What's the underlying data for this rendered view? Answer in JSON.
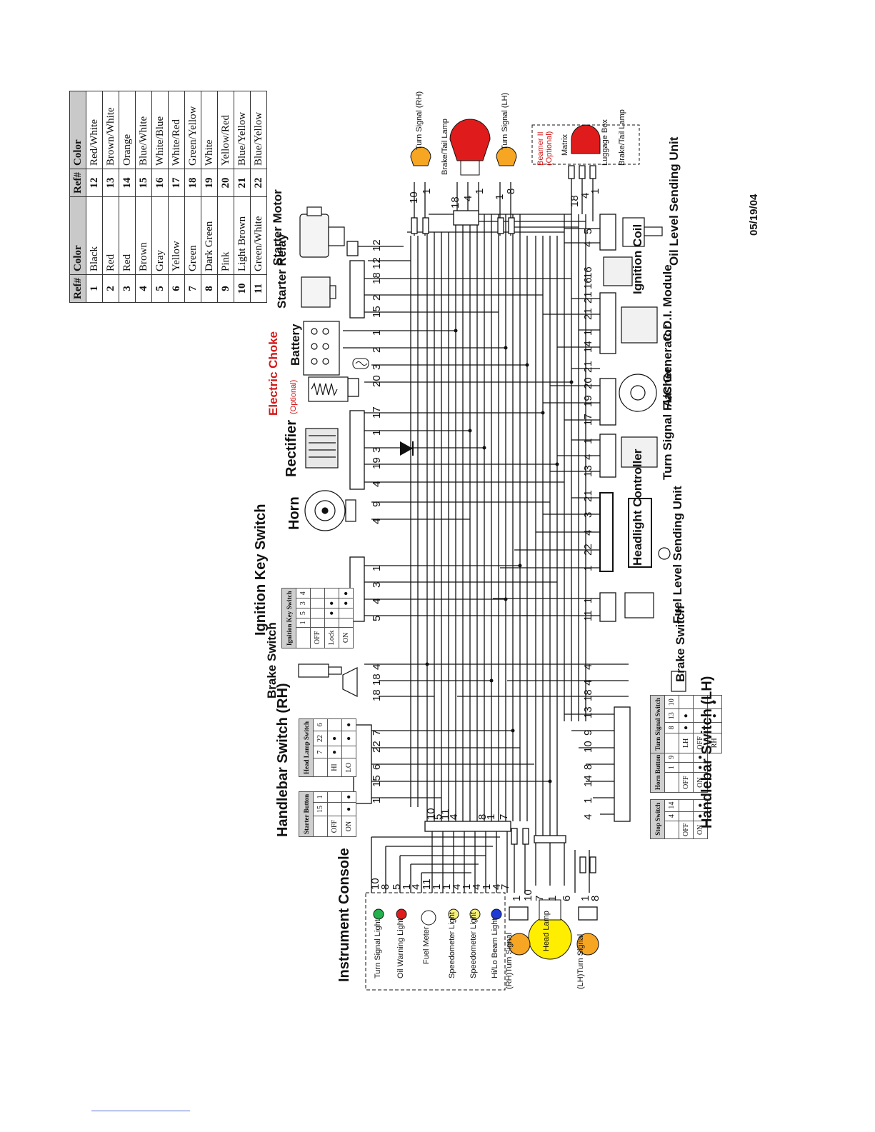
{
  "date": "05/19/04",
  "color_table": {
    "headers": [
      "Ref#",
      "Color",
      "Ref#",
      "Color"
    ],
    "left": [
      {
        "ref": "1",
        "color": "Black"
      },
      {
        "ref": "2",
        "color": "Red"
      },
      {
        "ref": "3",
        "color": "Red"
      },
      {
        "ref": "4",
        "color": "Brown"
      },
      {
        "ref": "5",
        "color": "Gray"
      },
      {
        "ref": "6",
        "color": "Yellow"
      },
      {
        "ref": "7",
        "color": "Green"
      },
      {
        "ref": "8",
        "color": "Dark Green"
      },
      {
        "ref": "9",
        "color": "Pink"
      },
      {
        "ref": "10",
        "color": "Light Brown"
      },
      {
        "ref": "11",
        "color": "Green/White"
      }
    ],
    "right": [
      {
        "ref": "12",
        "color": "Red/White"
      },
      {
        "ref": "13",
        "color": "Brown/White"
      },
      {
        "ref": "14",
        "color": "Orange"
      },
      {
        "ref": "15",
        "color": "Blue/White"
      },
      {
        "ref": "16",
        "color": "White/Blue"
      },
      {
        "ref": "17",
        "color": "White/Red"
      },
      {
        "ref": "18",
        "color": "Green/Yellow"
      },
      {
        "ref": "19",
        "color": "White"
      },
      {
        "ref": "20",
        "color": "Yellow/Red"
      },
      {
        "ref": "21",
        "color": "Blue/Yellow"
      },
      {
        "ref": "22",
        "color": "Blue/Yellow"
      }
    ]
  },
  "labels": {
    "turn_signal_rh": "Turn Signal (RH)",
    "brake_tail_lamp": "Brake/Tail Lamp",
    "turn_signal_lh": "Turn Signal (LH)",
    "beamer_matrix": "Beamer II",
    "optional": "(Optional)",
    "matrix": "Matrix",
    "luggage_box": "Luggage Box",
    "luggage_lamp": "Brake/Tail Lamp",
    "starter_motor": "Starter Motor",
    "starter_relay": "Starter Relay",
    "battery": "Battery",
    "electric_choke": "Electric Choke",
    "choke_optional": "(Optional)",
    "rectifier": "Rectifier",
    "horn": "Horn",
    "ignition_key_switch": "Ignition Key Switch",
    "brake_switch": "Brake Switch",
    "handlebar_rh": "Handlebar Switch (RH)",
    "instrument_console": "Instrument Console",
    "oil_level_unit": "Oil Level Sending Unit",
    "ignition_coil": "Ignition Coil",
    "cdi_module": "C.D.I. Module",
    "ac_generator": "A/C Generator",
    "turn_flasher": "Turn Signal Flasher",
    "headlight_controller": "Headlight Controller",
    "fuel_level_unit": "Fuel Level Sending Unit",
    "brake_switch_lh": "Brake Switch",
    "handlebar_lh": "Handlebar Switch (LH)",
    "rh_turn_signal": "(RH)Turn Signal",
    "head_lamp": "Head Lamp",
    "lh_turn_signal": "(LH)Turn Signal",
    "turn_signal_light": "Turn Signal Light",
    "oil_warning_light": "Oil Warning Light",
    "fuel_meter": "Fuel Meter",
    "speedometer_light_1": "Speedometer Light",
    "speedometer_light_2": "Speedometer Light",
    "hi_lo_beam_light": "Hi/Lo Beam Light"
  },
  "ignition_table": {
    "title": "Ignition Key Switch",
    "cols": [
      "1",
      "5",
      "3",
      "4"
    ],
    "rows": [
      "OFF",
      "Lock",
      "ON"
    ]
  },
  "starter_table": {
    "title": "Starter Button",
    "cols": [
      "15",
      "1"
    ],
    "rows": [
      "OFF",
      "ON"
    ]
  },
  "headlamp_table": {
    "title": "Head Lamp Switch",
    "cols": [
      "7",
      "22",
      "6"
    ],
    "rows": [
      "HI",
      "LO"
    ]
  },
  "stop_table": {
    "title": "Stop Switch",
    "cols": [
      "4",
      "14"
    ],
    "rows": [
      "OFF",
      "ON"
    ]
  },
  "horn_table": {
    "title": "Horn Button",
    "cols": [
      "1",
      "9"
    ],
    "rows": [
      "OFF",
      "ON"
    ]
  },
  "turn_table": {
    "title": "Turn Signal Switch",
    "cols": [
      "8",
      "13",
      "10"
    ],
    "rows": [
      "LH",
      "OFF",
      "RH"
    ]
  },
  "wire_numbers": {
    "top": [
      "10",
      "1",
      "18",
      "4",
      "1",
      "1",
      "8",
      "18",
      "4",
      "1"
    ],
    "row_a": [
      "12",
      "12",
      "18",
      "2",
      "15",
      "1",
      "2",
      "3",
      "20",
      "17",
      "1",
      "3",
      "19",
      "4",
      "9",
      "4",
      "1",
      "3",
      "4",
      "5",
      "4",
      "18",
      "18",
      "7",
      "22",
      "6",
      "15",
      "1"
    ],
    "row_b": [
      "5",
      "4",
      "21",
      "16",
      "16",
      "1",
      "21",
      "14",
      "21",
      "20",
      "19",
      "17",
      "1",
      "4",
      "13",
      "21",
      "3",
      "4",
      "22",
      "1",
      "1",
      "11",
      "4",
      "4",
      "18",
      "13",
      "9",
      "10",
      "8",
      "14",
      "1",
      "4"
    ],
    "console": [
      "10",
      "5",
      "11",
      "4",
      "8",
      "1",
      "7",
      "10",
      "8",
      "5",
      "1",
      "4",
      "11",
      "1",
      "1",
      "4",
      "1",
      "4",
      "1",
      "4",
      "7",
      "1",
      "10",
      "7",
      "1",
      "6",
      "1",
      "8"
    ]
  }
}
